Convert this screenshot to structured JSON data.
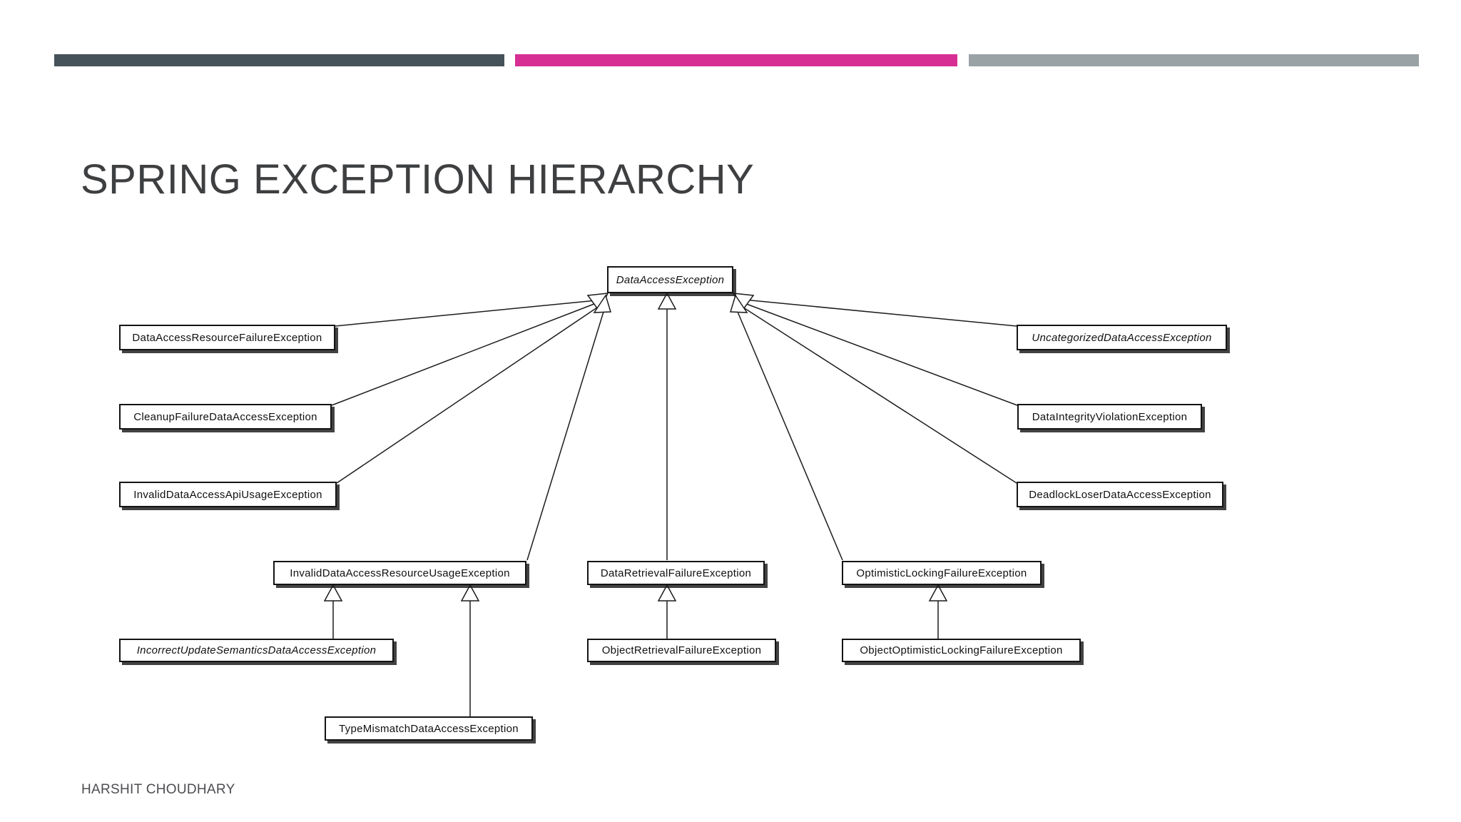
{
  "slide": {
    "title": "SPRING EXCEPTION HIERARCHY",
    "footer": "HARSHIT CHOUDHARY",
    "accent_bars": [
      {
        "name": "dark-slate",
        "color": "#46525A"
      },
      {
        "name": "magenta",
        "color": "#D62E93"
      },
      {
        "name": "gray",
        "color": "#9BA2A6"
      }
    ]
  },
  "diagram": {
    "type": "uml-class-inheritance-hierarchy",
    "nodes": [
      {
        "label": "DataAccessException",
        "abstract": true
      },
      {
        "label": "DataAccessResourceFailureException",
        "abstract": false
      },
      {
        "label": "CleanupFailureDataAccessException",
        "abstract": false
      },
      {
        "label": "InvalidDataAccessApiUsageException",
        "abstract": false
      },
      {
        "label": "UncategorizedDataAccessException",
        "abstract": true
      },
      {
        "label": "DataIntegrityViolationException",
        "abstract": false
      },
      {
        "label": "DeadlockLoserDataAccessException",
        "abstract": false
      },
      {
        "label": "InvalidDataAccessResourceUsageException",
        "abstract": false
      },
      {
        "label": "DataRetrievalFailureException",
        "abstract": false
      },
      {
        "label": "OptimisticLockingFailureException",
        "abstract": false
      },
      {
        "label": "IncorrectUpdateSemanticsDataAccessException",
        "abstract": true
      },
      {
        "label": "ObjectRetrievalFailureException",
        "abstract": false
      },
      {
        "label": "ObjectOptimisticLockingFailureException",
        "abstract": false
      },
      {
        "label": "TypeMismatchDataAccessException",
        "abstract": false
      }
    ],
    "edges": [
      {
        "from": "DataAccessResourceFailureException",
        "to": "DataAccessException"
      },
      {
        "from": "CleanupFailureDataAccessException",
        "to": "DataAccessException"
      },
      {
        "from": "InvalidDataAccessApiUsageException",
        "to": "DataAccessException"
      },
      {
        "from": "InvalidDataAccessResourceUsageException",
        "to": "DataAccessException"
      },
      {
        "from": "DataRetrievalFailureException",
        "to": "DataAccessException"
      },
      {
        "from": "OptimisticLockingFailureException",
        "to": "DataAccessException"
      },
      {
        "from": "UncategorizedDataAccessException",
        "to": "DataAccessException"
      },
      {
        "from": "DataIntegrityViolationException",
        "to": "DataAccessException"
      },
      {
        "from": "DeadlockLoserDataAccessException",
        "to": "DataAccessException"
      },
      {
        "from": "IncorrectUpdateSemanticsDataAccessException",
        "to": "InvalidDataAccessResourceUsageException"
      },
      {
        "from": "TypeMismatchDataAccessException",
        "to": "InvalidDataAccessResourceUsageException"
      },
      {
        "from": "ObjectRetrievalFailureException",
        "to": "DataRetrievalFailureException"
      },
      {
        "from": "ObjectOptimisticLockingFailureException",
        "to": "OptimisticLockingFailureException"
      }
    ]
  }
}
